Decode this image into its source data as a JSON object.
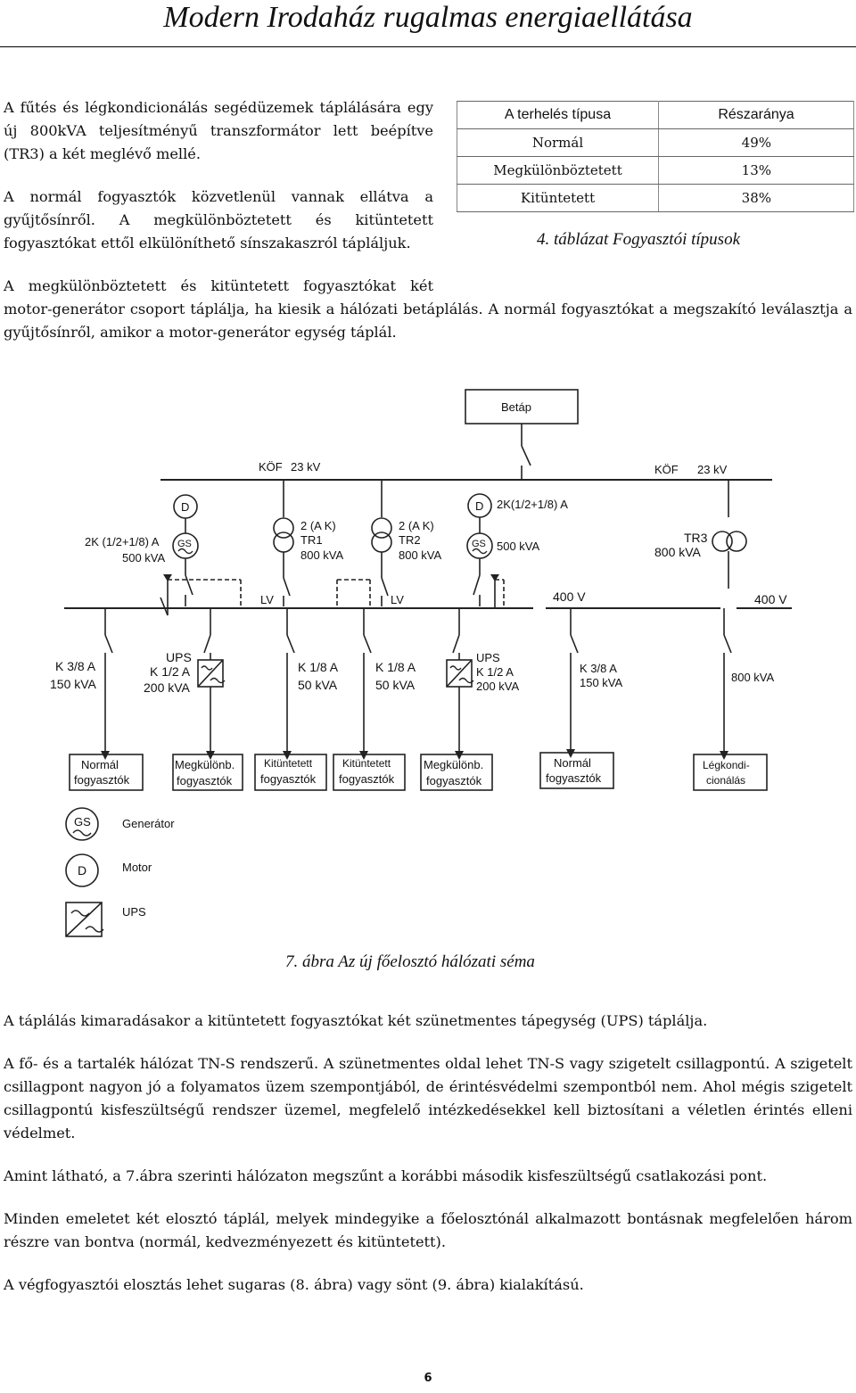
{
  "title": "Modern Irodaház rugalmas energiaellátása",
  "intro": {
    "p1": "A fűtés és légkondicionálás segédüzemek táplálására egy új 800kVA teljesítményű transzformátor lett beépítve (TR3) a két meglévő mellé.",
    "p2": "A normál fogyasztók közvetlenül vannak ellátva a gyűjtősínről. A megkülönböztetett és kitüntetett fogyasztókat ettől elkülöníthető sínszakaszról tápláljuk."
  },
  "table": {
    "headers": [
      "A terhelés típusa",
      "Részaránya"
    ],
    "rows": [
      [
        "Normál",
        "49%"
      ],
      [
        "Megkülönböztetett",
        "13%"
      ],
      [
        "Kitüntetett",
        "38%"
      ]
    ],
    "caption": "4. táblázat   Fogyasztói típusok"
  },
  "p3_line1": "A megkülönböztetett és kitüntetett fogyasztókat két",
  "p3_rest": "motor-generátor csoport táplálja, ha kiesik a hálózati betáplálás. A normál fogyasztókat a megszakító leválasztja a gyűjtősínről, amikor a motor-generátor egység táplál.",
  "diagram": {
    "betap": "Betáp",
    "kof_left": "KÖF",
    "kv_left": "23 kV",
    "kof_right": "KÖF",
    "kv_right": "23 kV",
    "gen_left_1": "2K (1/2+1/8) A",
    "gen_left_2": "500 kVA",
    "gen_right_1": "2K(1/2+1/8) A",
    "gen_right_2": "500 kVA",
    "motor": "D",
    "gs": "GS",
    "tr1_1": "2 (A K)",
    "tr1_2": "TR1",
    "tr1_3": "800 kVA",
    "tr2_1": "2 (A K)",
    "tr2_2": "TR2",
    "tr2_3": "800 kVA",
    "tr3_1": "TR3",
    "tr3_2": "800 kVA",
    "lv1": "LV",
    "lv2": "LV",
    "v400a": "400 V",
    "v400b": "400 V",
    "f1_1": "K 3/8 A",
    "f1_2": "150 kVA",
    "f2_1": "UPS",
    "f2_2": "K 1/2 A",
    "f2_3": "200 kVA",
    "f3_1": "K 1/8 A",
    "f3_2": "50 kVA",
    "f4_1": "K 1/8 A",
    "f4_2": "50 kVA",
    "f5_1": "UPS",
    "f5_2": "K 1/2 A",
    "f5_3": "200 kVA",
    "f6_1": "K 3/8 A",
    "f6_2": "150 kVA",
    "f7_1": "800 kVA",
    "c1_1": "Normál",
    "c1_2": "fogyasztók",
    "c2_1": "Megkülönb.",
    "c2_2": "fogyasztók",
    "c3_1": "Kitüntetett",
    "c3_2": "fogyasztók",
    "c4_1": "Kitüntetett",
    "c4_2": "fogyasztók",
    "c5_1": "Megkülönb.",
    "c5_2": "fogyasztók",
    "c6_1": "Normál",
    "c6_2": "fogyasztók",
    "c7_1": "Légkondi-",
    "c7_2": "cionálás",
    "legend_gs": "Generátor",
    "legend_d": "Motor",
    "legend_ups": "UPS"
  },
  "figure_caption": "7. ábra Az új főelosztó hálózati séma",
  "p4": "A táplálás kimaradásakor a kitüntetett fogyasztókat két szünetmentes tápegység (UPS) táplálja.",
  "p5": "A fő- és a tartalék hálózat TN-S rendszerű. A szünetmentes oldal lehet TN-S vagy szigetelt csillagpontú. A szigetelt csillagpont nagyon jó a folyamatos üzem szempontjából, de érintésvédelmi szempontból nem. Ahol mégis szigetelt csillagpontú kisfeszültségű rendszer üzemel, megfelelő intézkedésekkel kell biztosítani a véletlen érintés elleni védelmet.",
  "p6": "Amint látható, a 7.ábra szerinti hálózaton megszűnt a korábbi második kisfeszültségű csatlakozási pont.",
  "p7": "Minden emeletet két elosztó táplál, melyek mindegyike a főelosztónál alkalmazott bontásnak megfelelően három részre van bontva (normál, kedvezményezett és kitüntetett).",
  "p8": "A végfogyasztói elosztás lehet sugaras (8. ábra) vagy sönt (9. ábra) kialakítású.",
  "page_number": "6"
}
